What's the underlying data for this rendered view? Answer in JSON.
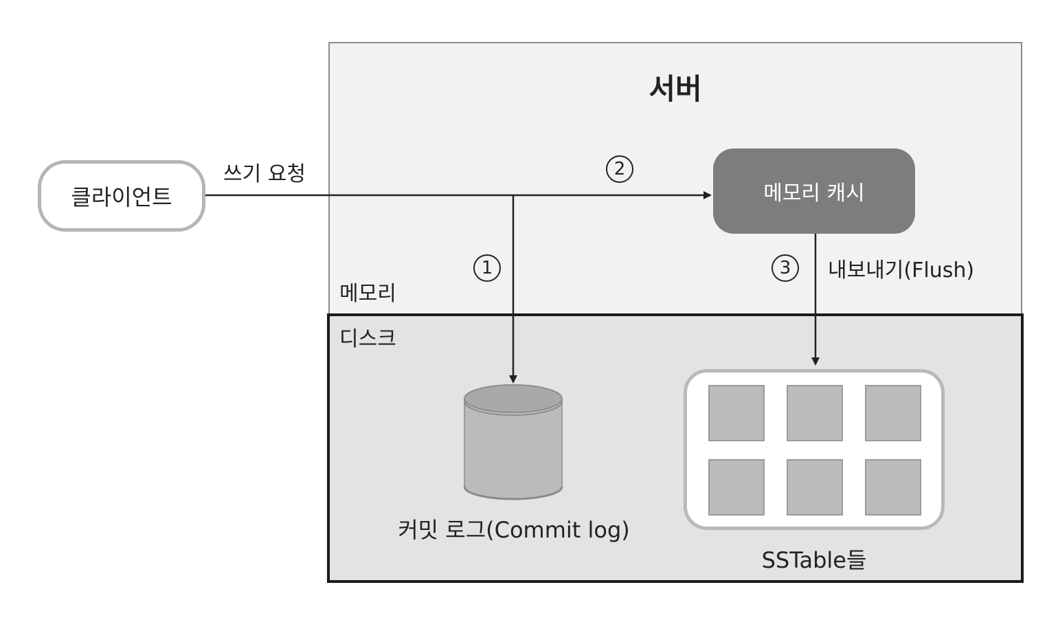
{
  "server": {
    "title": "서버",
    "memory_label": "메모리",
    "disk_label": "디스크"
  },
  "client": {
    "label": "클라이언트"
  },
  "write_request": {
    "label": "쓰기 요청"
  },
  "memory_cache": {
    "label": "메모리 캐시"
  },
  "steps": {
    "step1": "1",
    "step2": "2",
    "step3": "3"
  },
  "flush": {
    "label": "내보내기(Flush)"
  },
  "commit_log": {
    "label": "커밋 로그(Commit log)"
  },
  "sstables": {
    "label": "SSTable들",
    "block_count": 6
  },
  "colors": {
    "cache_fill": "#7d7d7f",
    "disk_fill": "#e3e3e4",
    "memory_fill": "#f2f2f2",
    "block_fill": "#bbbbbd"
  }
}
